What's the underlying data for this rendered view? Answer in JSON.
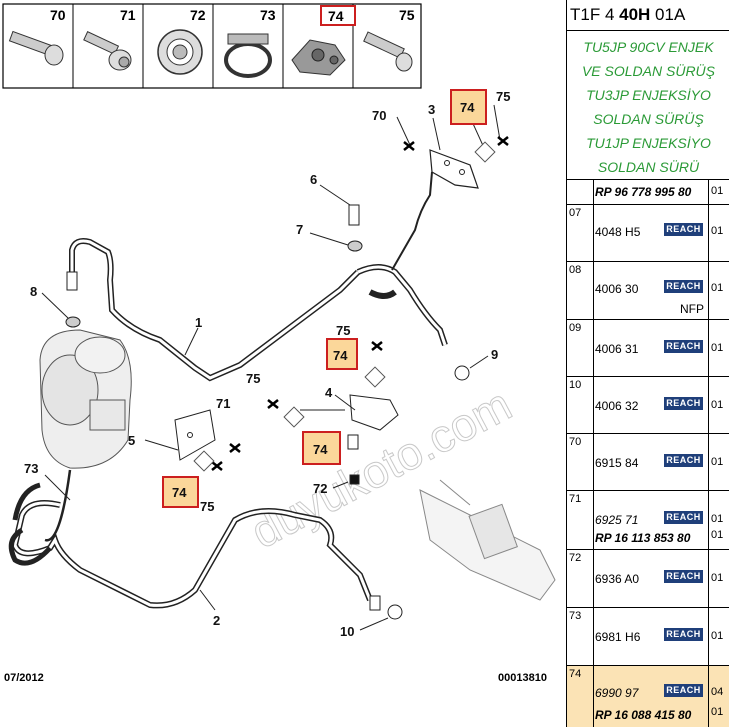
{
  "thumbnails": [
    {
      "num": "70",
      "highlight": false,
      "icon": "bolt-icon"
    },
    {
      "num": "71",
      "highlight": false,
      "icon": "flange-bolt-icon"
    },
    {
      "num": "72",
      "highlight": false,
      "icon": "grommet-icon"
    },
    {
      "num": "73",
      "highlight": false,
      "icon": "hose-clip-icon"
    },
    {
      "num": "74",
      "highlight": true,
      "icon": "bracket-clip-icon"
    },
    {
      "num": "75",
      "highlight": false,
      "icon": "screw-icon"
    }
  ],
  "callouts": {
    "c1": "1",
    "c2": "2",
    "c3": "3",
    "c4": "4",
    "c5": "5",
    "c6": "6",
    "c7": "7",
    "c8": "8",
    "c9": "9",
    "c10": "10",
    "c70": "70",
    "c71": "71",
    "c72": "72",
    "c73": "73",
    "c75a": "75",
    "c75b": "75",
    "c75c": "75",
    "c75d": "75",
    "c74a": "74",
    "c74b": "74",
    "c74c": "74",
    "c74d": "74"
  },
  "footer": {
    "date": "07/2012",
    "code": "00013810"
  },
  "watermark": "duyukoto.com",
  "colors": {
    "highlight_box": "#cc1f1f",
    "highlight_fill": "#fbd79a",
    "reach_badge": "#1f3f7a",
    "green_text": "#2a9a36",
    "row_highlight": "#fbe3b5"
  },
  "parts_panel": {
    "title_prefix": "T1F 4 ",
    "title_bold": "40H",
    "title_suffix": " 01A",
    "description": [
      "TU5JP 90CV ENJEK",
      "VE SOLDAN SÜRÜŞ",
      "TU3JP ENJEKSİYO",
      "SOLDAN SÜRÜŞ",
      "TU1JP ENJEKSİYO",
      "SOLDAN SÜRÜ"
    ],
    "reach_label": "REACH",
    "rows": [
      {
        "idx": "",
        "ref": "RP 96 778 995 80",
        "qty": "01",
        "reach": false,
        "italic": true
      },
      {
        "idx": "07",
        "ref": "4048 H5",
        "qty": "01",
        "reach": true
      },
      {
        "idx": "08",
        "ref": "4006 30",
        "qty": "01",
        "reach": true,
        "note": "NFP"
      },
      {
        "idx": "09",
        "ref": "4006 31",
        "qty": "01",
        "reach": true
      },
      {
        "idx": "10",
        "ref": "4006 32",
        "qty": "01",
        "reach": true
      },
      {
        "idx": "70",
        "ref": "6915 84",
        "qty": "01",
        "reach": true
      },
      {
        "idx": "71",
        "ref": "6925 71",
        "qty": "01",
        "reach": true,
        "italic": true,
        "ref2": "RP 16 113 853 80",
        "qty2": "01"
      },
      {
        "idx": "72",
        "ref": "6936 A0",
        "qty": "01",
        "reach": true
      },
      {
        "idx": "73",
        "ref": "6981 H6",
        "qty": "01",
        "reach": true
      },
      {
        "idx": "74",
        "ref": "6990 97",
        "qty": "04",
        "reach": true,
        "italic": true,
        "ref2": "RP 16 088 415 80",
        "qty2": "01",
        "highlight": true
      }
    ]
  }
}
